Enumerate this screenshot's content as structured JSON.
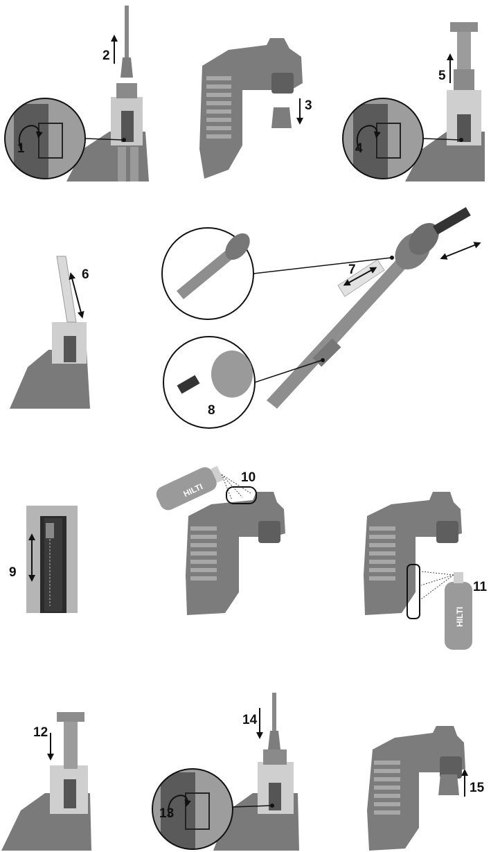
{
  "diagram": {
    "steps": [
      {
        "n": "1",
        "label": "1"
      },
      {
        "n": "2",
        "label": "2"
      },
      {
        "n": "3",
        "label": "3"
      },
      {
        "n": "4",
        "label": "4"
      },
      {
        "n": "5",
        "label": "5"
      },
      {
        "n": "6",
        "label": "6"
      },
      {
        "n": "7",
        "label": "7"
      },
      {
        "n": "8",
        "label": "8"
      },
      {
        "n": "9",
        "label": "9"
      },
      {
        "n": "10",
        "label": "10"
      },
      {
        "n": "11",
        "label": "11"
      },
      {
        "n": "12",
        "label": "12"
      },
      {
        "n": "13",
        "label": "13"
      },
      {
        "n": "14",
        "label": "14"
      },
      {
        "n": "15",
        "label": "15"
      }
    ],
    "brand_logo_text": "HILTI",
    "colors": {
      "tool_dark": "#6e6e6e",
      "tool_mid": "#8c8c8c",
      "tool_light": "#b9b9b9",
      "ink": "#111111"
    }
  }
}
